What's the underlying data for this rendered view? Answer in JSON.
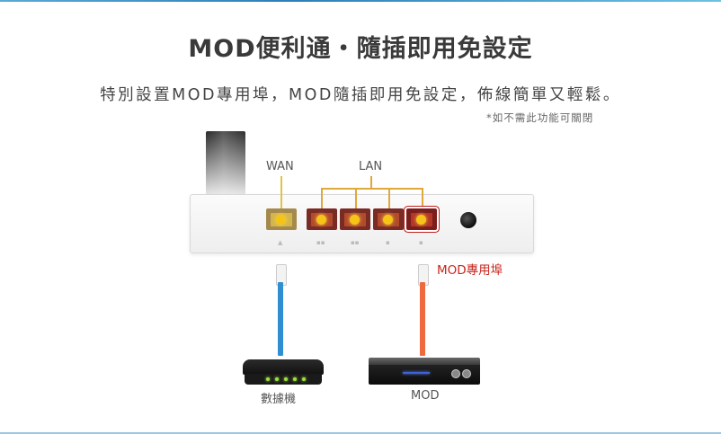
{
  "title": "MOD便利通・隨插即用免設定",
  "subtitle": "特別設置MOD專用埠，MOD隨插即用免設定，佈線簡單又輕鬆。",
  "note": "*如不需此功能可關閉",
  "labels": {
    "wan": "WAN",
    "lan": "LAN",
    "mod_port": "MOD專用埠",
    "modem": "數據機",
    "mod_device": "MOD"
  },
  "colors": {
    "wan_cable": "#2f8fd0",
    "mod_cable": "#ef6a3c",
    "mod_label": "#c8261d",
    "lan_bracket": "#e0a73a"
  }
}
